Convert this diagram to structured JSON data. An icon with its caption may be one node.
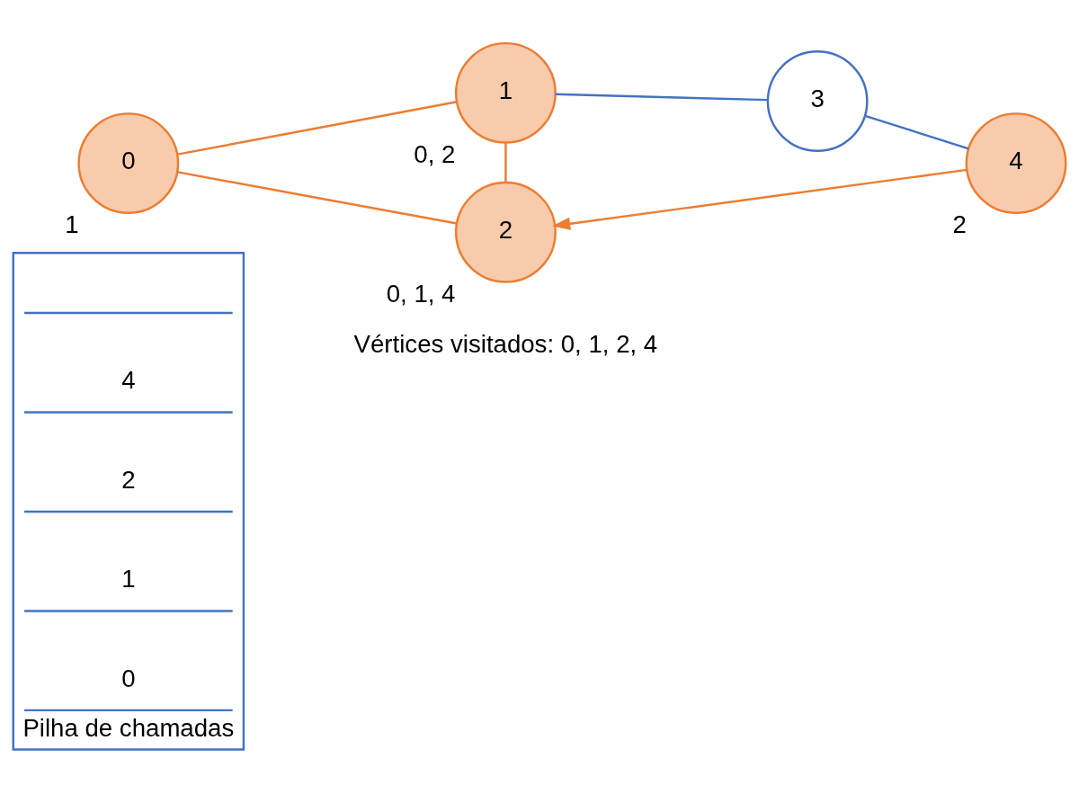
{
  "diagram": {
    "nodes": [
      {
        "text": [
          "1"
        ],
        "beside": [
          "0, 2"
        ]
      },
      {
        "text": [
          "3"
        ]
      },
      {
        "text": [
          "0"
        ],
        "beside": [
          "1"
        ]
      },
      {
        "text": [
          "4"
        ],
        "beside": [
          "2"
        ]
      },
      {
        "text": [
          "2"
        ],
        "beside": [
          "0, 1, 4"
        ]
      },
      {
        "text": [
          "Pilha de chamadas"
        ]
      },
      {
        "text": [],
        "shape": "box",
        "in": 5
      },
      {
        "text": [
          "4"
        ],
        "in": 5
      },
      {
        "text": [
          "2"
        ],
        "in": 5
      },
      {
        "text": [
          "1"
        ],
        "in": 5
      },
      {
        "text": [
          "0"
        ],
        "in": 5
      }
    ],
    "edges": [
      {
        "from": 2,
        "to": 0,
        "arrow": "none"
      },
      {
        "from": 0,
        "to": 1,
        "arrow": "none",
        "color": "#4472c4"
      },
      {
        "from": 0,
        "to": 4,
        "arrow": "none"
      },
      {
        "from": 2,
        "to": 4,
        "arrow": "none"
      },
      {
        "from": 1,
        "to": 3,
        "arrow": "none",
        "color": "#4472c4"
      },
      {
        "from": 3,
        "to": 4,
        "arrow": "to"
      }
    ],
    "labels": [
      "Vértices visitados: 0, 1, 2, 4"
    ]
  }
}
